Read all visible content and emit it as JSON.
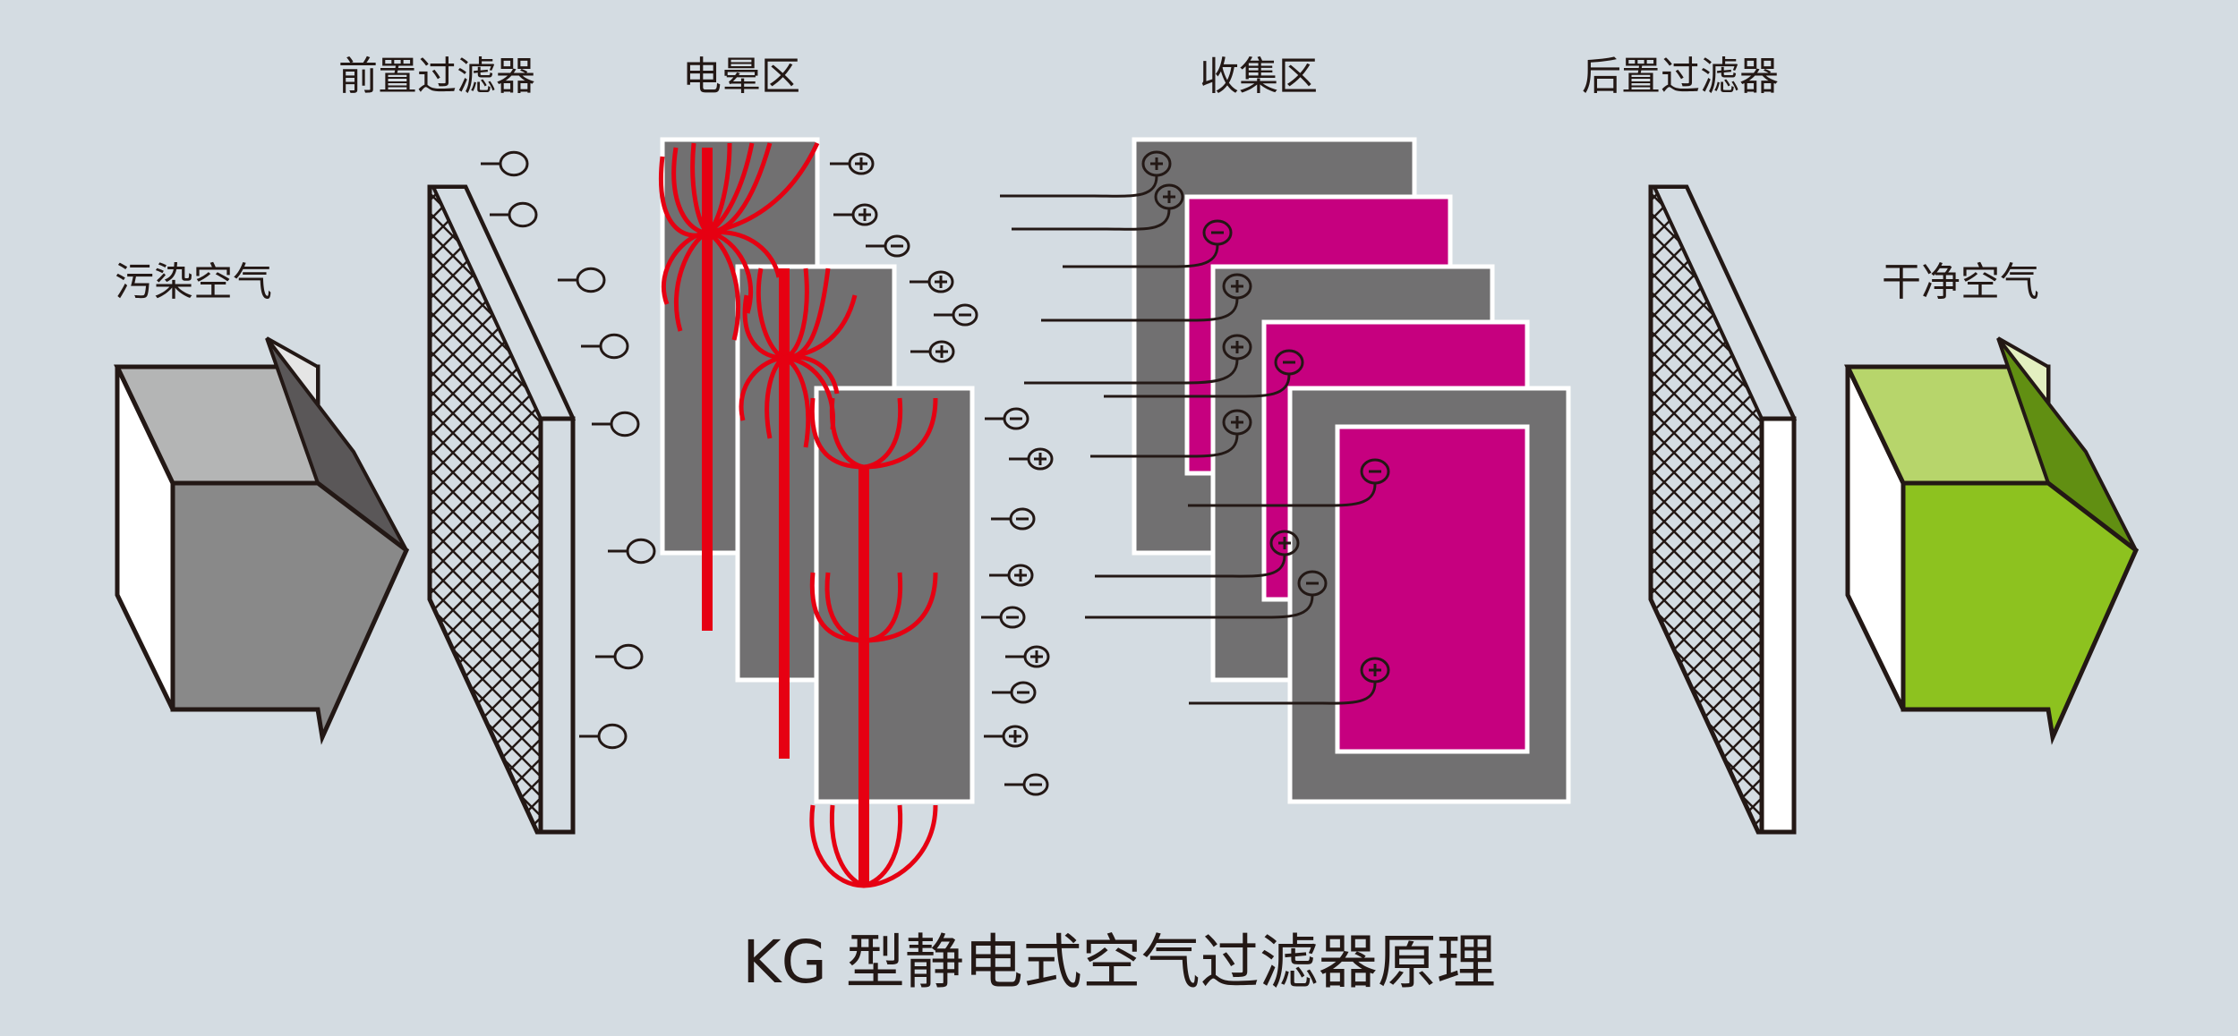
{
  "title": "KG 型静电式空气过滤器原理",
  "labels": {
    "dirty_air": "污染空气",
    "pre_filter": "前置过滤器",
    "corona_zone": "电晕区",
    "collection_zone": "收集区",
    "post_filter": "后置过滤器",
    "clean_air": "干净空气"
  },
  "colors": {
    "background": "#d4dce2",
    "plate_gray": "#717071",
    "plate_magenta": "#c6007f",
    "corona_red": "#e60012",
    "dirty_arrow": "#898989",
    "clean_arrow": "#8dc21f"
  },
  "ions": {
    "pre_corona": [
      "-",
      "-",
      "-",
      "-",
      "-",
      "-",
      "-",
      "-"
    ],
    "post_corona": [
      "+",
      "+",
      "-",
      "+",
      "-",
      "+",
      "-",
      "+",
      "-",
      "+",
      "-",
      "+",
      "-",
      "+",
      "-"
    ],
    "collection": [
      "+",
      "+",
      "-",
      "+",
      "+",
      "-",
      "+",
      "-",
      "+",
      "-",
      "+"
    ]
  }
}
